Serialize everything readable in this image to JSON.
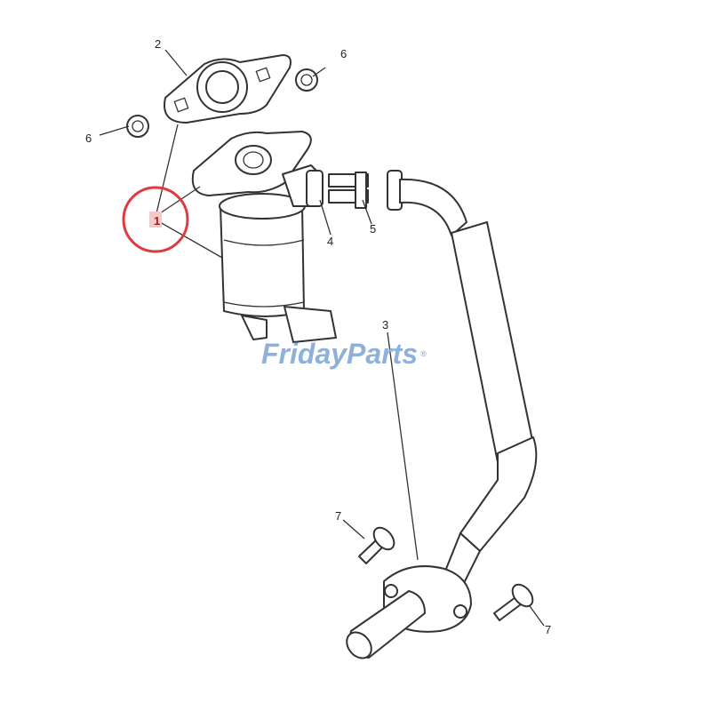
{
  "callouts": {
    "c1": "1",
    "c2": "2",
    "c3": "3",
    "c4": "4",
    "c5": "5",
    "c6a": "6",
    "c6b": "6",
    "c7a": "7",
    "c7b": "7"
  },
  "highlight": {
    "callout": "1",
    "circle_color": "#e0393e"
  },
  "watermark": {
    "text": "FridayParts",
    "registered": "®",
    "color": "#8fb0d8",
    "accent_color": "#f0b060"
  }
}
